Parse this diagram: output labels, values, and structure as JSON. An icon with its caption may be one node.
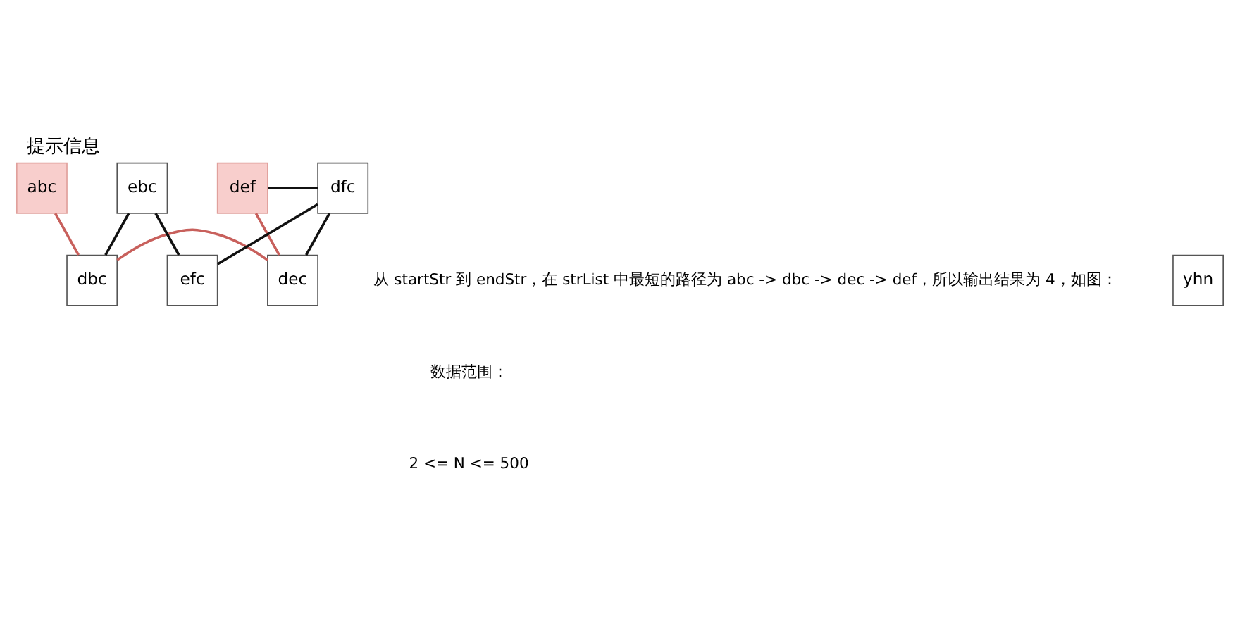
{
  "diagram": {
    "title": "提示信息",
    "nodes": [
      {
        "text": [
          "abc"
        ]
      },
      {
        "text": [
          "dbc"
        ]
      },
      {
        "text": [
          "dec"
        ]
      },
      {
        "text": [
          "def"
        ]
      },
      {
        "text": [
          "ebc"
        ]
      },
      {
        "text": [
          "dfc"
        ]
      },
      {
        "text": [
          "efc"
        ]
      },
      {
        "text": [
          "yhn"
        ]
      }
    ],
    "edges": [
      {
        "from": 0,
        "to": 1,
        "arrow": "none",
        "color": "#c8605c"
      },
      {
        "from": 1,
        "to": 2,
        "arrow": "none",
        "color": "#c8605c"
      },
      {
        "from": 2,
        "to": 3,
        "arrow": "none",
        "color": "#c8605c"
      },
      {
        "from": 1,
        "to": 4,
        "arrow": "none"
      },
      {
        "from": 2,
        "to": 5,
        "arrow": "none"
      },
      {
        "from": 3,
        "to": 5,
        "arrow": "none"
      },
      {
        "from": 4,
        "to": 6,
        "arrow": "none"
      },
      {
        "from": 5,
        "to": 6,
        "arrow": "none"
      }
    ],
    "labels": [
      "从 startStr 到 endStr，在 strList 中最短的路径为 abc -> dbc -> dec -> def，所以输出结果为 4，如图：",
      "数据范围：",
      "2 <= N <= 500"
    ]
  }
}
